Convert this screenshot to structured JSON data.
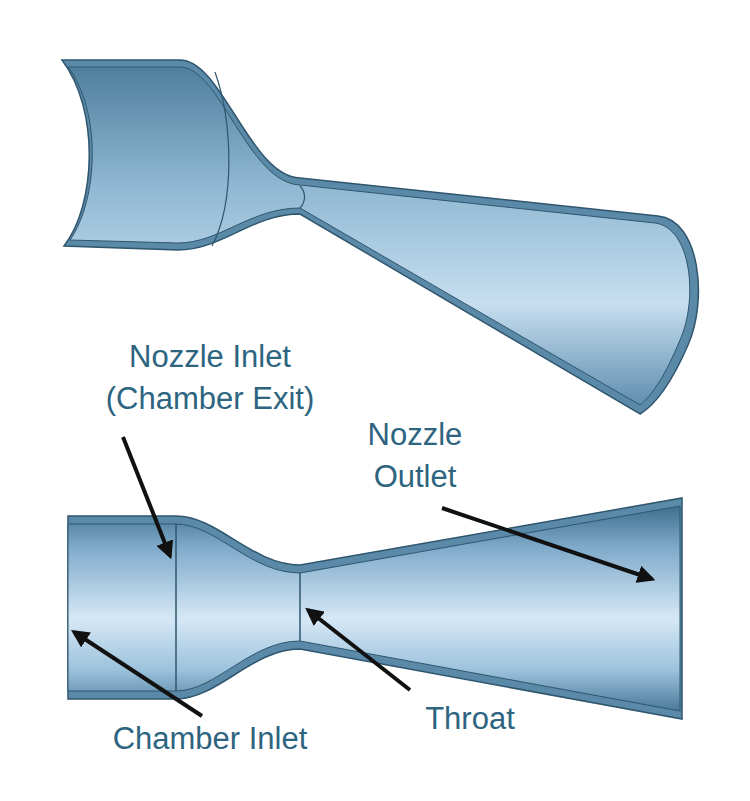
{
  "diagram": {
    "labels": [
      "Nozzle Inlet (Chamber Exit)",
      "Nozzle Outlet",
      "Throat",
      "Chamber Inlet"
    ]
  }
}
